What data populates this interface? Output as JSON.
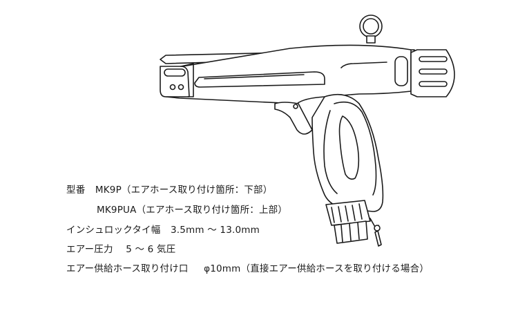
{
  "specs": {
    "model": {
      "label": "型番",
      "value": "MK9P（エアホース取り付け箇所：下部）"
    },
    "model_alt": {
      "value": "MK9PUA（エアホース取り付け箇所：上部）"
    },
    "tie_width": {
      "label": "インシュロックタイ幅",
      "value": "3.5mm 〜 13.0mm"
    },
    "air_pressure": {
      "label": "エアー圧力",
      "value": "5 〜 6 気圧"
    },
    "air_port": {
      "label": "エアー供給ホース取り付け口",
      "value": "φ10mm（直接エアー供給ホースを取り付ける場合）"
    }
  },
  "illustration": {
    "subject": "pneumatic-cable-tie-gun",
    "line_color": "#1a1a1a",
    "fill_color": "#ffffff"
  }
}
